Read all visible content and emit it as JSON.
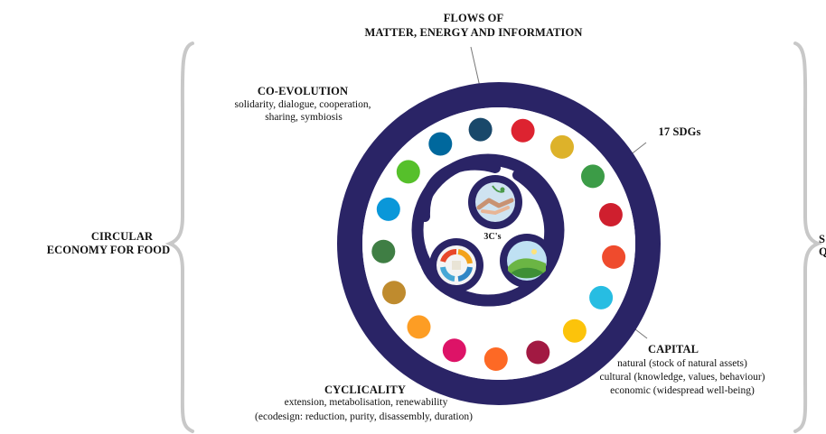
{
  "flows": {
    "line1": "FLOWS OF",
    "line2": "MATTER, ENERGY AND INFORMATION"
  },
  "coevolution": {
    "title": "CO-EVOLUTION",
    "line1": "solidarity, dialogue, cooperation,",
    "line2": "sharing, symbiosis"
  },
  "sdgs": {
    "title": "17 SDGs"
  },
  "circular": {
    "line1": "CIRCULAR",
    "line2": "ECONOMY FOR FOOD"
  },
  "center": {
    "label": "3C's"
  },
  "capital": {
    "title": "CAPITAL",
    "line1": "natural (stock of natural assets)",
    "line2": "cultural (knowledge, values, behaviour)",
    "line3": "economic (widespread well-being)"
  },
  "cyclicality": {
    "title": "CYCLICALITY",
    "line1": "extension, metabolisation, renewability",
    "line2": "(ecodesign: reduction, purity, disassembly, duration)"
  },
  "right_cut": {
    "line1": "S",
    "line2": "Q"
  },
  "colors": {
    "ring": "#2a2466",
    "sdg_dots": [
      "#dd2330",
      "#ddb22a",
      "#3c9c47",
      "#cf1f2e",
      "#ef4b2d",
      "#27bde2",
      "#fcc30b",
      "#a21942",
      "#fd6925",
      "#dd1367",
      "#fd9d24",
      "#bf8b2e",
      "#3f7e44",
      "#0a97d9",
      "#56c02b",
      "#00689d",
      "#19486a"
    ]
  }
}
